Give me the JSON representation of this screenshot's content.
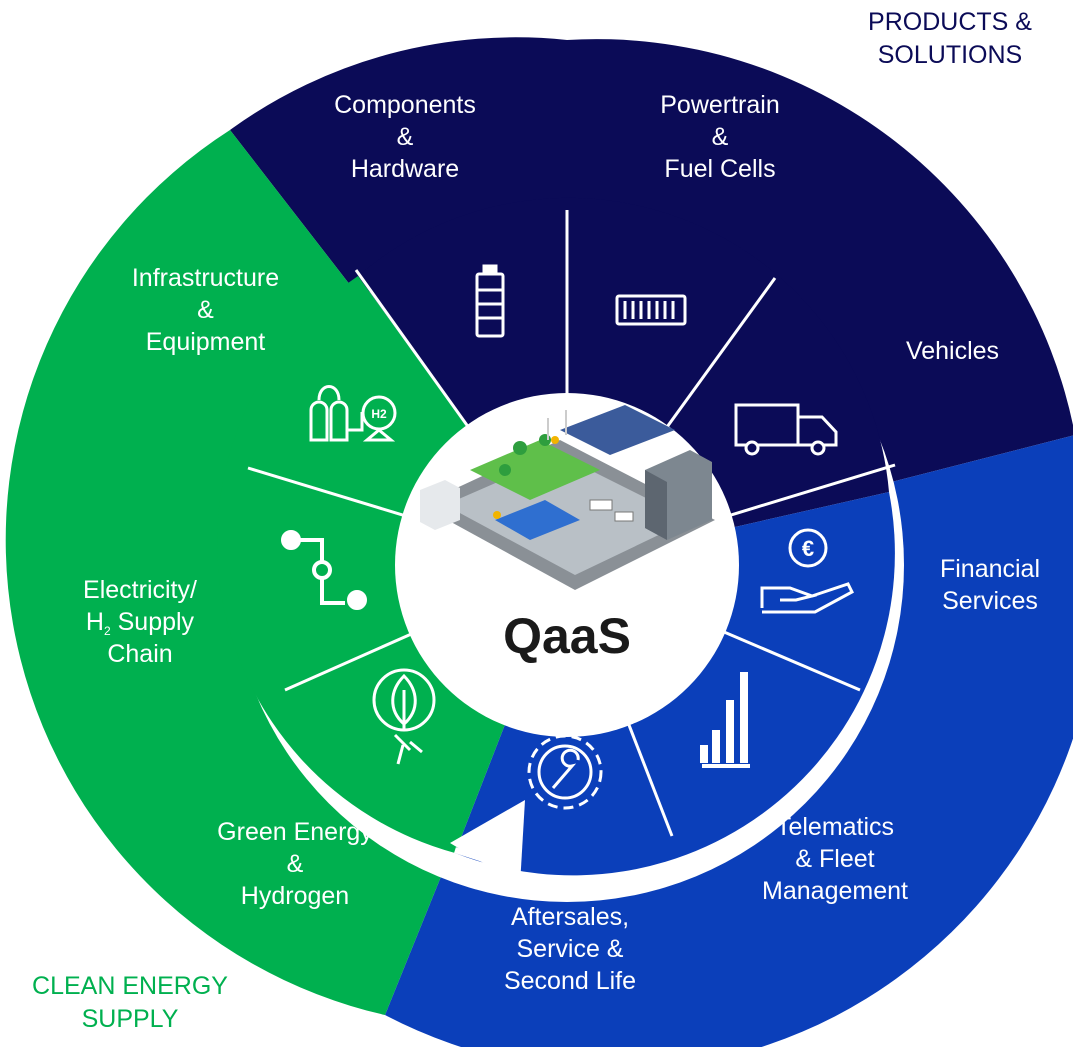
{
  "center": {
    "title": "QaaS"
  },
  "categories": {
    "products_solutions": {
      "label_line1": "PRODUCTS &",
      "label_line2": "SOLUTIONS"
    },
    "clean_energy": {
      "label_line1": "CLEAN ENERGY",
      "label_line2": "SUPPLY"
    }
  },
  "segments": {
    "components": {
      "line1": "Components",
      "line2": "&",
      "line3": "Hardware",
      "icon": "battery-icon"
    },
    "powertrain": {
      "line1": "Powertrain",
      "line2": "&",
      "line3": "Fuel Cells",
      "icon": "fuel-cell-icon"
    },
    "vehicles": {
      "line1": "Vehicles",
      "icon": "truck-icon"
    },
    "financial": {
      "line1": "Financial",
      "line2": "Services",
      "icon": "euro-hand-icon"
    },
    "telematics": {
      "line1": "Telematics",
      "line2": "& Fleet",
      "line3": "Management",
      "icon": "bar-chart-icon"
    },
    "aftersales": {
      "line1": "Aftersales,",
      "line2": "Service &",
      "line3": "Second Life",
      "icon": "gear-wrench-icon"
    },
    "green_energy": {
      "line1": "Green Energy",
      "line2": "&",
      "line3": "Hydrogen",
      "icon": "leaf-plug-icon"
    },
    "supply_chain": {
      "line1": "Electricity/",
      "line2_prefix": "H",
      "line2_sub": "2",
      "line2_suffix": " Supply",
      "line3": "Chain",
      "icon": "supply-chain-icon"
    },
    "infrastructure": {
      "line1": "Infrastructure",
      "line2": "&",
      "line3": "Equipment",
      "icon": "hydrogen-tanks-icon",
      "icon_text": "H2"
    }
  },
  "colors": {
    "navy": "#0b0b57",
    "blue": "#0b3fba",
    "green": "#00b04f",
    "white": "#ffffff"
  }
}
